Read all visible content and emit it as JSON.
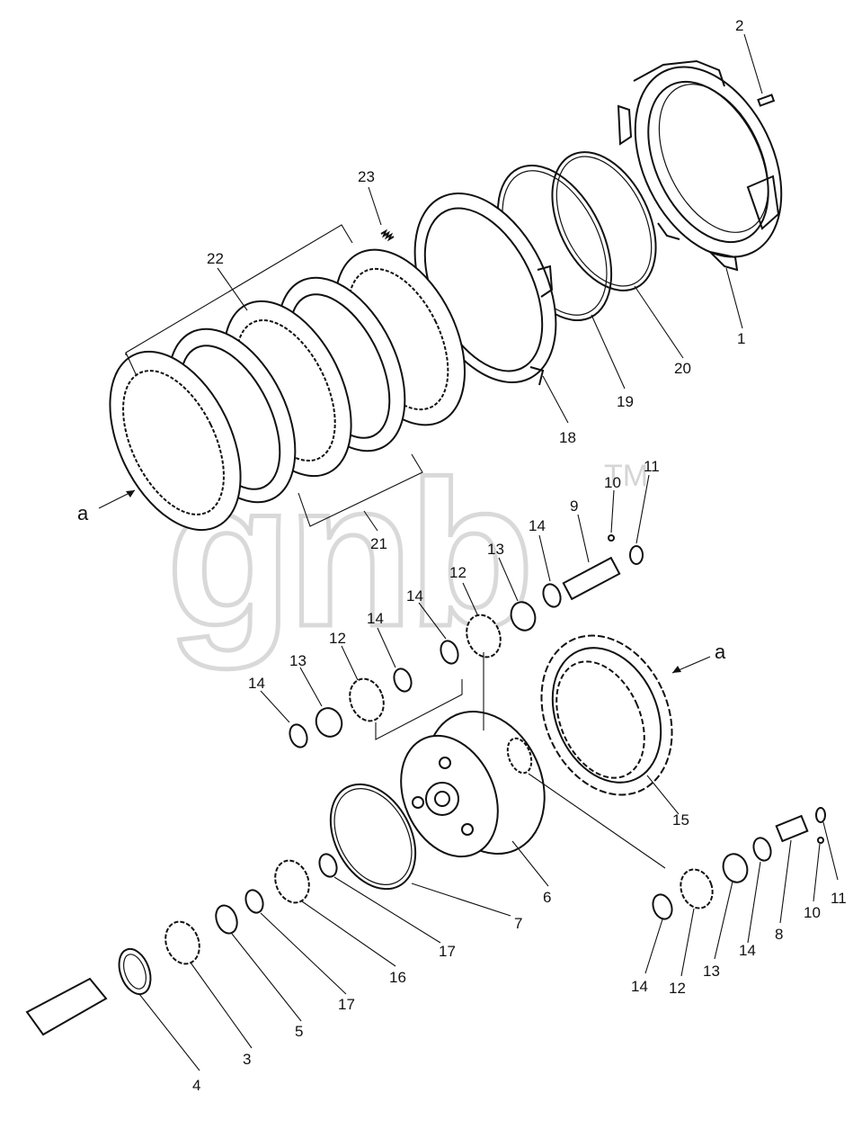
{
  "diagram": {
    "watermark": "gnb",
    "watermark_tm": "TM",
    "view_marker": "a",
    "callouts": [
      {
        "id": "c2",
        "text": "2"
      },
      {
        "id": "c1",
        "text": "1"
      },
      {
        "id": "c20",
        "text": "20"
      },
      {
        "id": "c19",
        "text": "19"
      },
      {
        "id": "c18",
        "text": "18"
      },
      {
        "id": "c23",
        "text": "23"
      },
      {
        "id": "c22",
        "text": "22"
      },
      {
        "id": "c21",
        "text": "21"
      },
      {
        "id": "c11a",
        "text": "11"
      },
      {
        "id": "c10a",
        "text": "10"
      },
      {
        "id": "c9",
        "text": "9"
      },
      {
        "id": "c14a",
        "text": "14"
      },
      {
        "id": "c13a",
        "text": "13"
      },
      {
        "id": "c12a",
        "text": "12"
      },
      {
        "id": "c14b",
        "text": "14"
      },
      {
        "id": "c14c",
        "text": "14"
      },
      {
        "id": "c12b",
        "text": "12"
      },
      {
        "id": "c13b",
        "text": "13"
      },
      {
        "id": "c14d",
        "text": "14"
      },
      {
        "id": "c15",
        "text": "15"
      },
      {
        "id": "c6",
        "text": "6"
      },
      {
        "id": "c7",
        "text": "7"
      },
      {
        "id": "c17a",
        "text": "17"
      },
      {
        "id": "c16",
        "text": "16"
      },
      {
        "id": "c17b",
        "text": "17"
      },
      {
        "id": "c5",
        "text": "5"
      },
      {
        "id": "c3",
        "text": "3"
      },
      {
        "id": "c4",
        "text": "4"
      },
      {
        "id": "c14e",
        "text": "14"
      },
      {
        "id": "c12c",
        "text": "12"
      },
      {
        "id": "c13c",
        "text": "13"
      },
      {
        "id": "c14f",
        "text": "14"
      },
      {
        "id": "c8",
        "text": "8"
      },
      {
        "id": "c10b",
        "text": "10"
      },
      {
        "id": "c11b",
        "text": "11"
      }
    ]
  }
}
